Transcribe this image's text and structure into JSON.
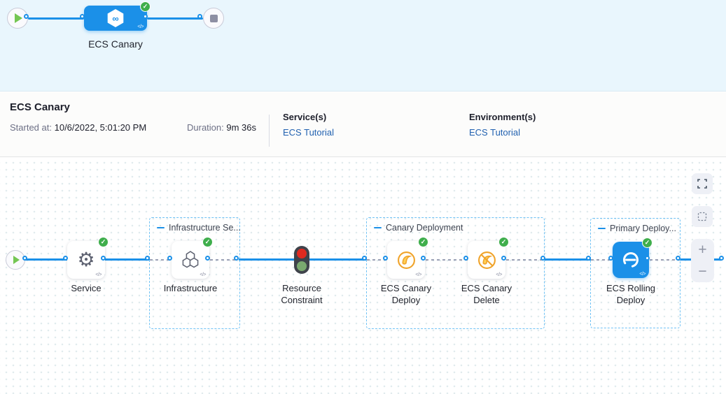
{
  "minimap": {
    "stage_label": "ECS Canary"
  },
  "summary": {
    "title": "ECS Canary",
    "started_label": "Started at:",
    "started_value": "10/6/2022, 5:01:20 PM",
    "duration_label": "Duration:",
    "duration_value": "9m 36s",
    "services_label": "Service(s)",
    "services_link": "ECS Tutorial",
    "environments_label": "Environment(s)",
    "environments_link": "ECS Tutorial"
  },
  "graph": {
    "groups": [
      {
        "label": "Infrastructure Se..."
      },
      {
        "label": "Canary Deployment"
      },
      {
        "label": "Primary Deploy..."
      }
    ],
    "nodes": [
      {
        "label": "Service"
      },
      {
        "label": "Infrastructure"
      },
      {
        "label": "Resource Constraint"
      },
      {
        "label": "ECS Canary Deploy"
      },
      {
        "label": "ECS Canary Delete"
      },
      {
        "label": "ECS Rolling Deploy"
      }
    ]
  },
  "icons": {
    "check": "✓",
    "code": "</>",
    "infinity": "∞"
  },
  "controls": {
    "zoom_in": "+",
    "zoom_out": "−"
  },
  "colors": {
    "accent_blue": "#1b90e8",
    "success_green": "#3fae4c",
    "link_blue": "#2161b0",
    "canary_amber": "#f0a32a"
  }
}
